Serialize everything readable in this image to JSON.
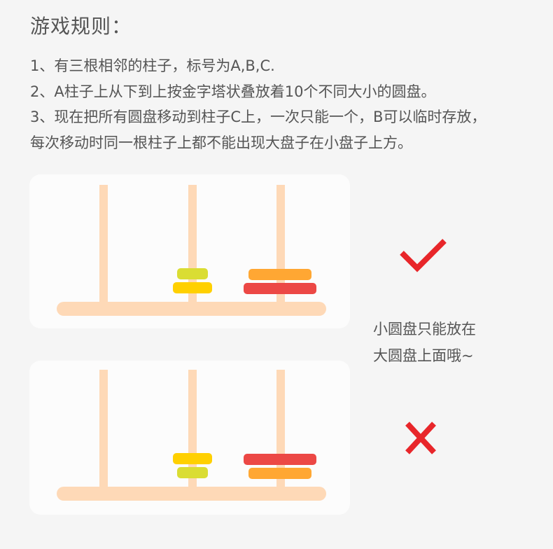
{
  "title": "游戏规则：",
  "rules": [
    "1、有三根相邻的柱子，标号为A,B,C.",
    "2、A柱子上从下到上按金字塔状叠放着10个不同大小的圆盘。",
    "3、现在把所有圆盘移动到柱子C上，一次只能一个，B可以临时存放，",
    "每次移动时同一根柱子上都不能出现大盘子在小盘子上方。"
  ],
  "note": {
    "line1": "小圆盘只能放在",
    "line2": "大圆盘上面哦~"
  },
  "colors": {
    "background": "#f5f5f5",
    "panel": "#fcfcfc",
    "peg": "#fed9b7",
    "disk_lime": "#dadd33",
    "disk_yellow": "#ffd000",
    "disk_orange": "#ffa733",
    "disk_red": "#ec4845",
    "icon_red": "#e8262a"
  },
  "examples": [
    {
      "label": "correct",
      "icon": "checkmark-icon",
      "peg_b": [
        "lime (small, top)",
        "yellow (large, bottom)"
      ],
      "peg_c": [
        "orange (small, top)",
        "red (large, bottom)"
      ]
    },
    {
      "label": "incorrect",
      "icon": "cross-icon",
      "peg_b": [
        "yellow (large, top)",
        "lime (small, bottom)"
      ],
      "peg_c": [
        "red (large, top)",
        "orange (small, bottom)"
      ]
    }
  ]
}
